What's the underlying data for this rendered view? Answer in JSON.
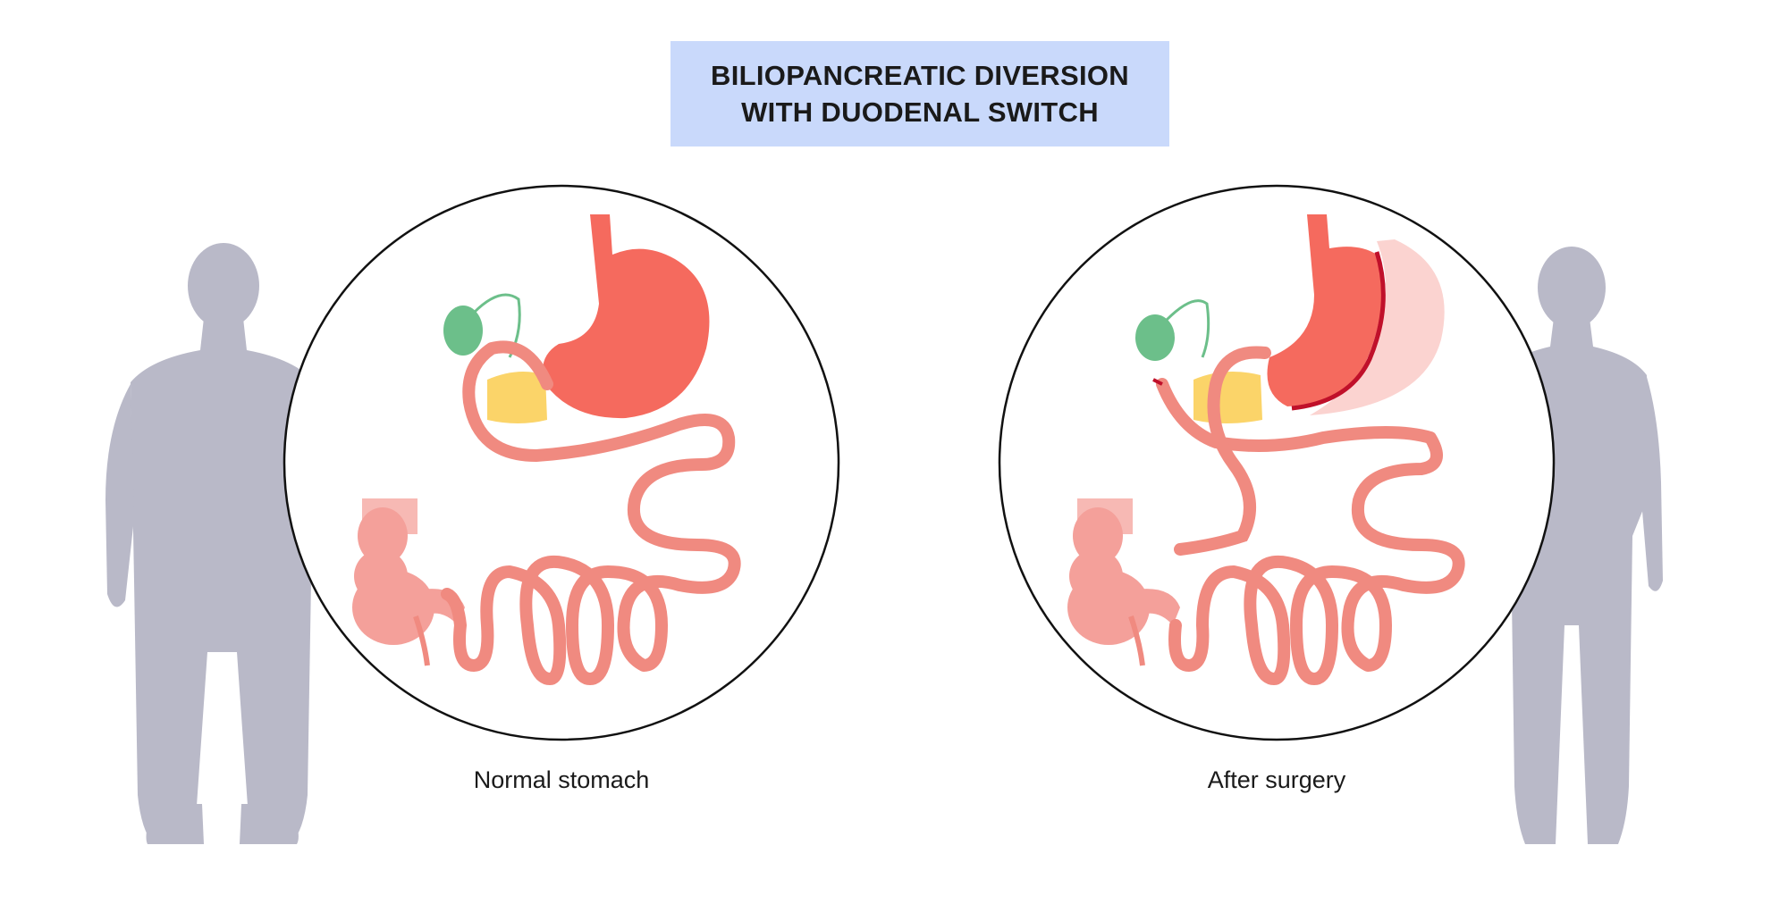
{
  "title": {
    "line1": "BILIOPANCREATIC DIVERSION",
    "line2": "WITH DUODENAL SWITCH"
  },
  "panels": [
    {
      "caption": "Normal stomach"
    },
    {
      "caption": "After surgery"
    }
  ],
  "colors": {
    "title_background": "#c9d9fb",
    "silhouette": "#b9b9c8",
    "stomach": "#f56a5e",
    "intestine": "#f08a80",
    "colon": "#f4a09a",
    "gallbladder": "#6cbf8a",
    "pancreas": "#fbd469",
    "removed_stomach": "#fbd3d0",
    "staple_line": "#c0102a",
    "circle_outline": "#111111"
  },
  "icons": [
    "obese-person-silhouette",
    "slim-person-silhouette"
  ]
}
